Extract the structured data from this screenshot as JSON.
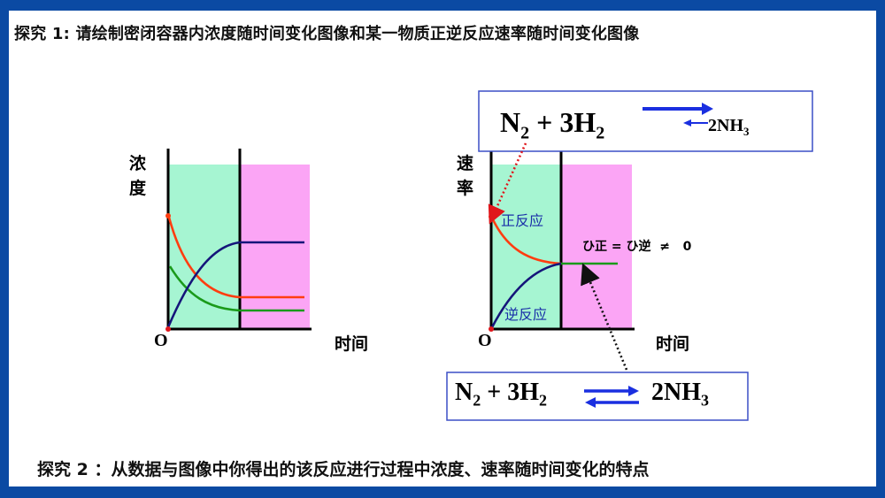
{
  "title": "探究 1: 请绘制密闭容器内浓度随时间变化图像和某一物质正逆反应速率随时间变化图像",
  "footer": "探究 2 ：从数据与图像中你得出的该反应进行过程中浓度、速率随时间变化的特点",
  "graph_concentration": {
    "y_label_1": "浓",
    "y_label_2": "度",
    "origin": "O",
    "x_label": "时间"
  },
  "graph_rate": {
    "y_label_1": "速",
    "y_label_2": "率",
    "origin": "O",
    "x_label": "时间",
    "forward_label": "正反应",
    "reverse_label": "逆反应",
    "equilibrium_text": "ひ正 = ひ逆  ≠   0"
  },
  "equation_top": {
    "lhs_n": "N",
    "lhs_n_sub": "2",
    "plus_coef": " + 3H",
    "lhs_h_sub": "2",
    "rhs": "2NH",
    "rhs_sub": "3"
  },
  "equation_bottom": {
    "lhs_n": "N",
    "lhs_n_sub": "2",
    "plus_coef": " + 3H",
    "lhs_h_sub": "2",
    "rhs": "2NH",
    "rhs_sub": "3"
  },
  "colors": {
    "border": "#0b4aa3",
    "green_region": "#a6f5d2",
    "pink_region": "#fba5f5",
    "red_curve": "#ff3d10",
    "green_curve": "#1a9a1a",
    "navy_curve": "#15157a",
    "arrow_blue": "#1a2fe0",
    "label_blue": "#1a2fa8"
  }
}
